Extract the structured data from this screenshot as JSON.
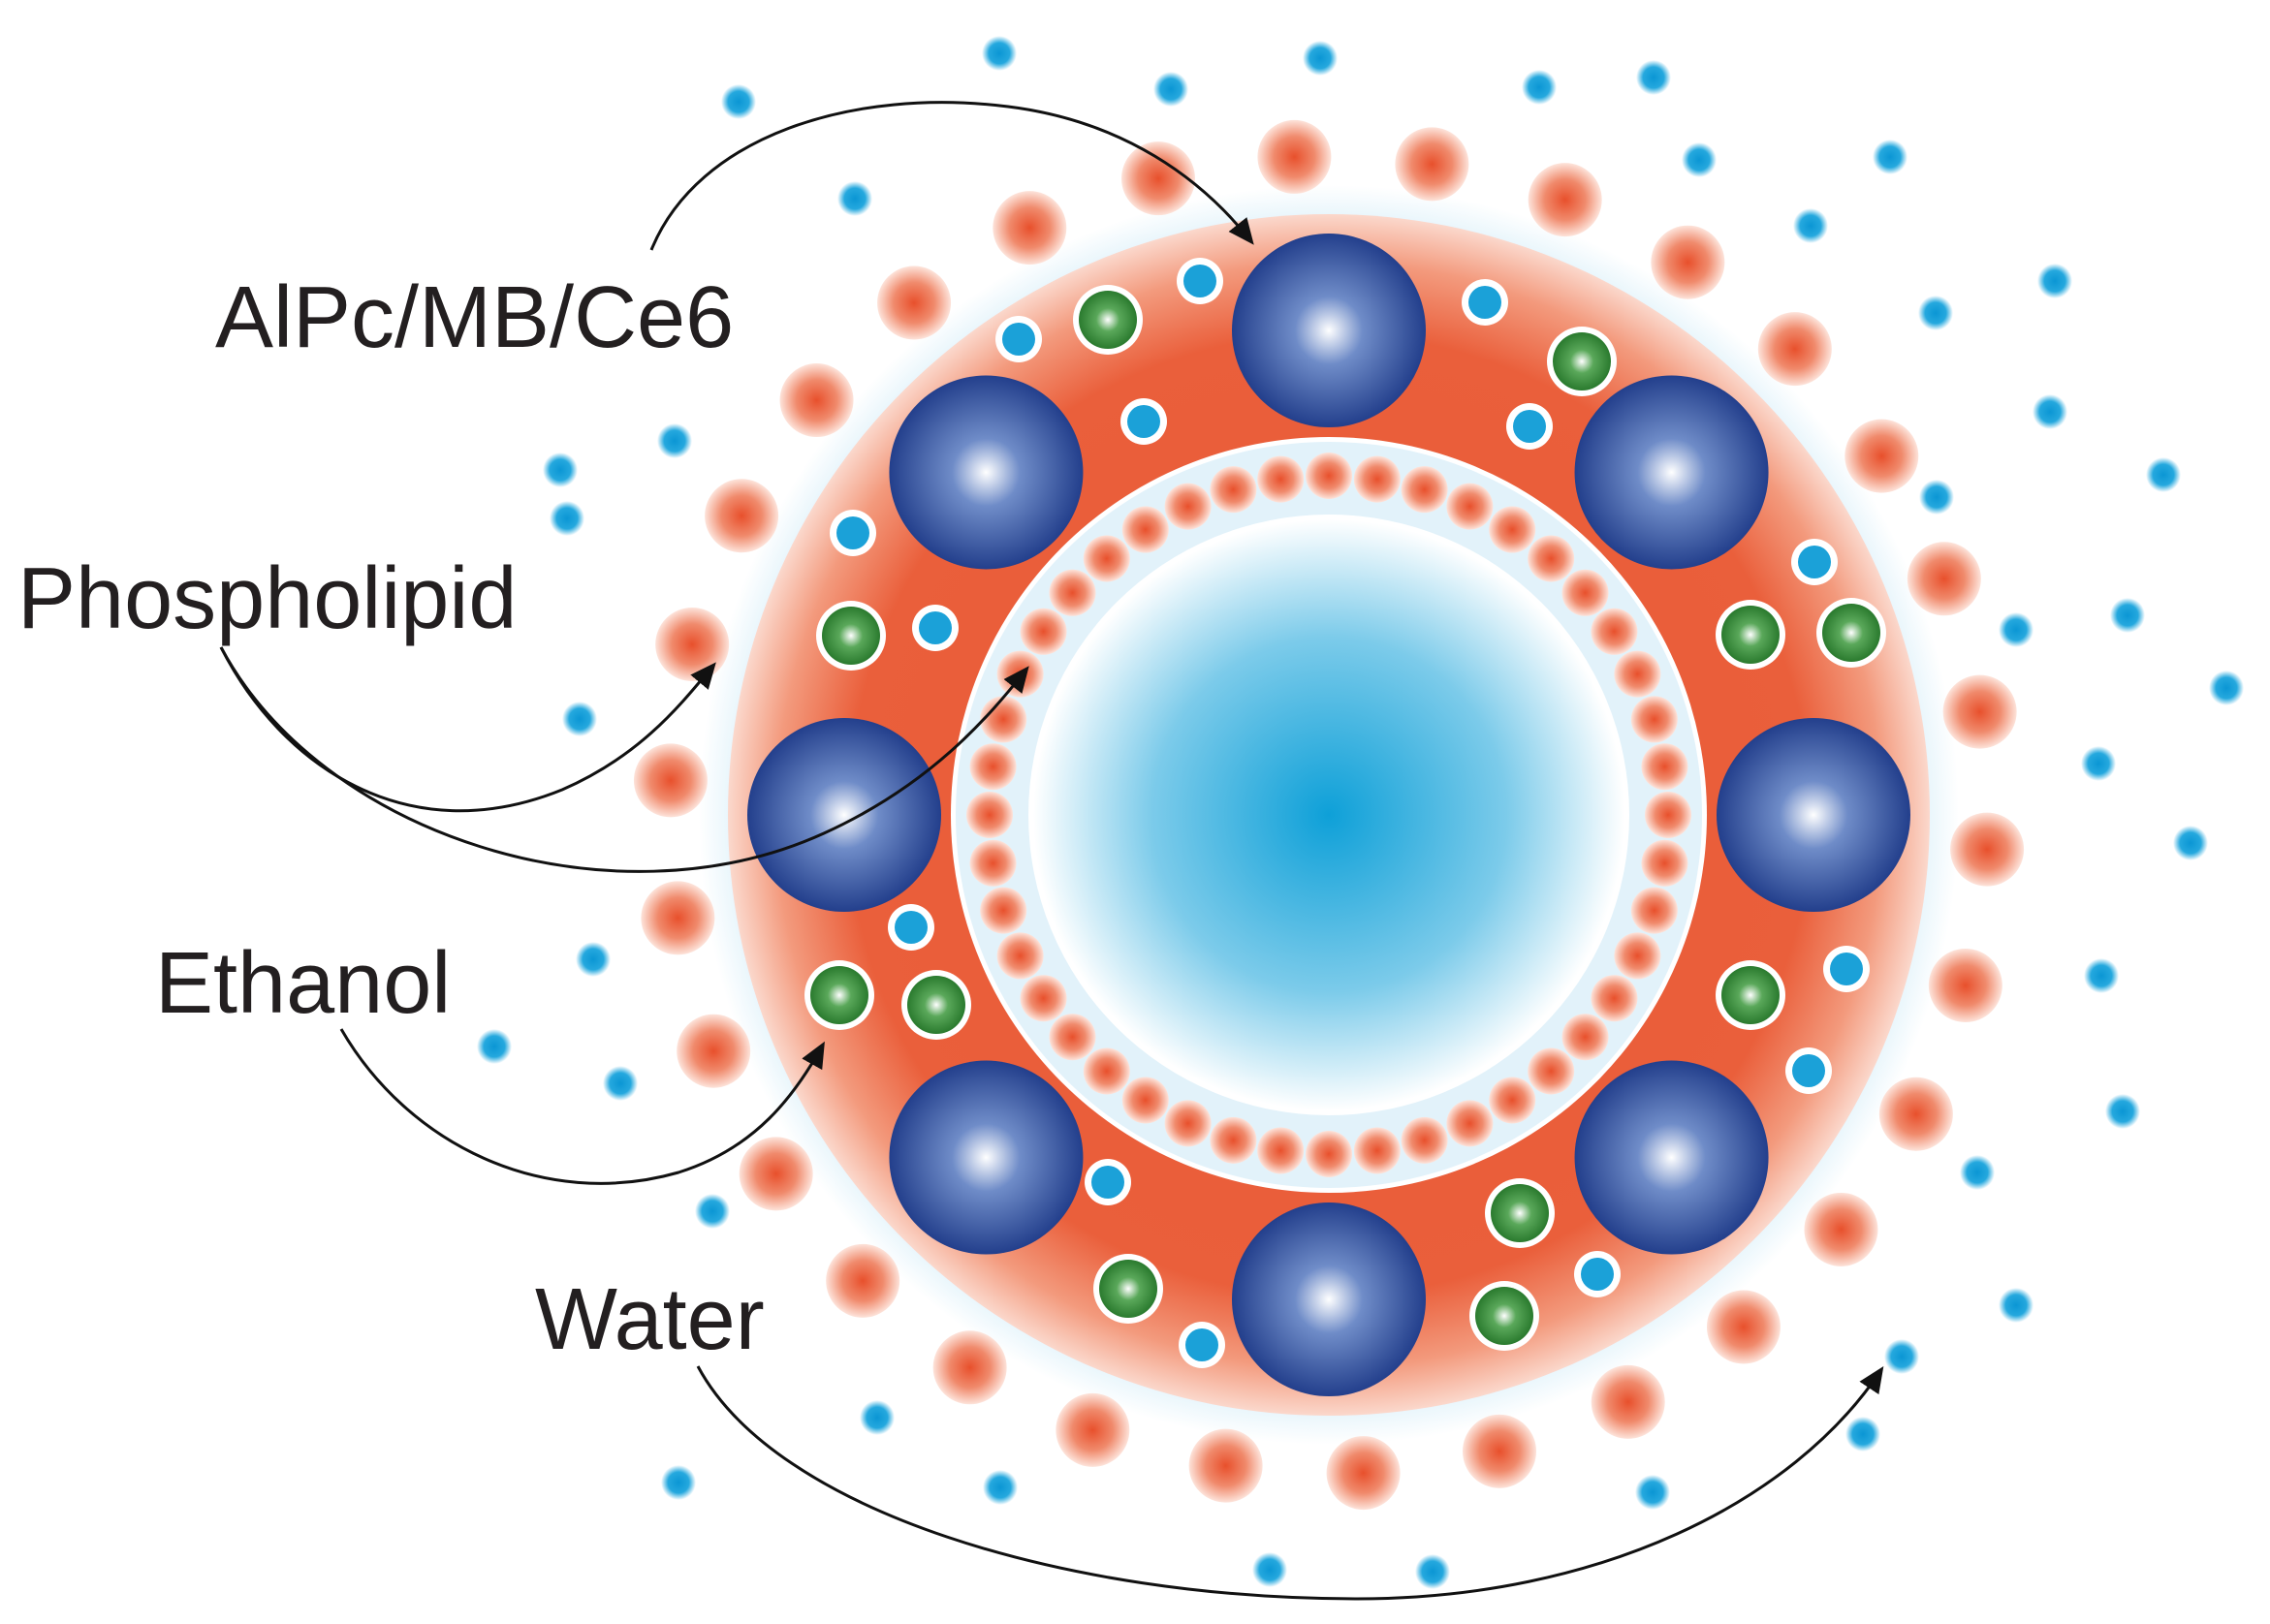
{
  "labels": {
    "drug": "AlPc/MB/Ce6",
    "phospholipid": "Phospholipid",
    "ethanol": "Ethanol",
    "water": "Water"
  },
  "colors": {
    "water": "#1ba1d8",
    "phospholipid": "#ea5a36",
    "drug": "#2e4f9a",
    "ethanol": "#3a8a3a",
    "arrow": "#111111",
    "text": "#231f20"
  }
}
